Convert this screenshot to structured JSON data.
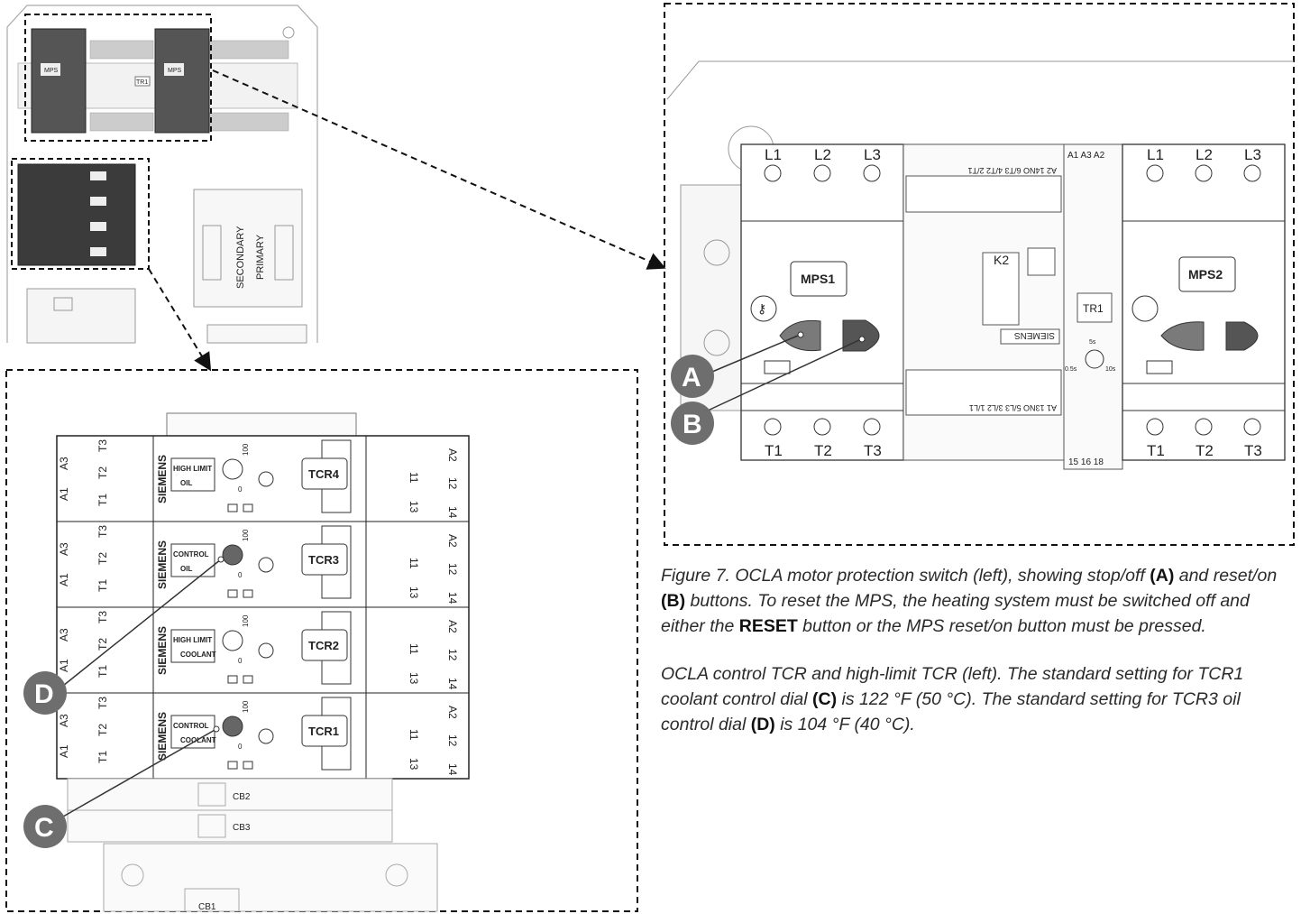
{
  "mps_labels": {
    "left": "MPS1",
    "right": "MPS2",
    "relay": "K2",
    "timer": "TR1"
  },
  "terminals_top": [
    "L1",
    "L2",
    "L3"
  ],
  "terminals_bottom": [
    "T1",
    "T2",
    "T3"
  ],
  "contactor_top": "A1 A3 A2",
  "contactor_bottom": "15 16 18",
  "contactor_top_row": "A2  14NO  6/T3  4/T2  2/T1",
  "contactor_bottom_row": "A1  13NO  5/L3  3/L2  1/L1",
  "timer_values": {
    "top": "5s",
    "left": "0.5s",
    "right": "10s"
  },
  "brand": "SIEMENS",
  "callouts": {
    "a": "A",
    "b": "B",
    "c": "C",
    "d": "D"
  },
  "tcr_units": [
    {
      "name": "TCR4",
      "line1": "HIGH LIMIT",
      "line2": "OIL"
    },
    {
      "name": "TCR3",
      "line1": "CONTROL",
      "line2": "OIL"
    },
    {
      "name": "TCR2",
      "line1": "HIGH LIMIT",
      "line2": "COOLANT"
    },
    {
      "name": "TCR1",
      "line1": "CONTROL",
      "line2": "COOLANT"
    }
  ],
  "tcr_left_terms": [
    "A1",
    "A3",
    "T1",
    "T2",
    "T3"
  ],
  "tcr_right_terms": [
    "13",
    "11",
    "14",
    "12",
    "A2"
  ],
  "dial_marks": {
    "min": "0",
    "max": "100"
  },
  "breakers": [
    "CB2",
    "CB3",
    "CB1"
  ],
  "transformer": {
    "secondary": "SECONDARY",
    "primary": "PRIMARY"
  },
  "overview_labels": [
    "MPS",
    "MPS",
    "TR1"
  ],
  "caption": {
    "para1_a": "Figure 7.  OCLA motor protection switch (left), showing stop/off ",
    "para1_A": "(A)",
    "para1_b": " and reset/on ",
    "para1_B": "(B)",
    "para1_c": " buttons. To reset the MPS, the heating system must be switched off and either the ",
    "para1_RESET": "RESET",
    "para1_d": " button or the MPS reset/on button must be pressed.",
    "para2_a": "OCLA control TCR and high-limit TCR (left). The standard setting for TCR1 coolant control dial ",
    "para2_C": "(C)",
    "para2_b": " is 122 °F (50 °C). The standard setting for TCR3 oil control dial ",
    "para2_D": "(D)",
    "para2_c": " is 104 °F (40 °C)."
  }
}
